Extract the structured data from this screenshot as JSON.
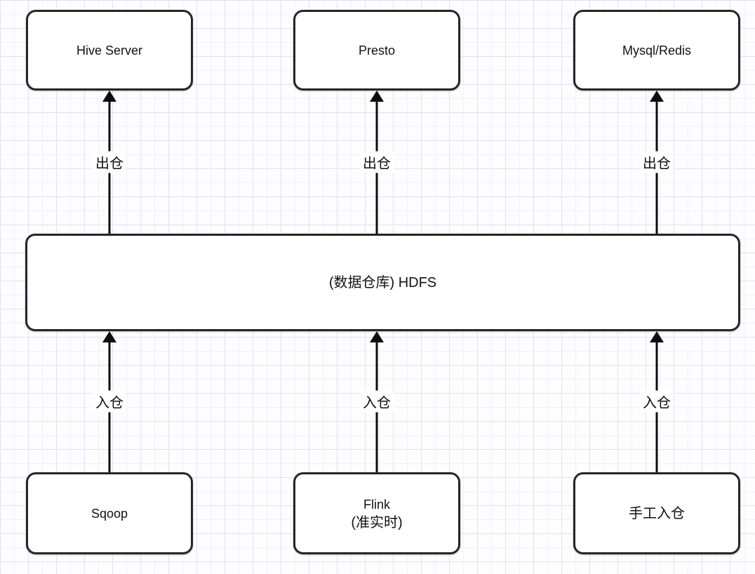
{
  "diagram": {
    "title": "HDFS data warehouse ingest/egress flow",
    "colors": {
      "canvas_base": "#fdfdff",
      "grid_minor": "#f1effa",
      "grid_major": "#e3e0f3",
      "node_border": "#262626",
      "node_fill": "#ffffff",
      "arrow": "#0d0d0d",
      "text": "#111111"
    },
    "nodes": {
      "top": [
        {
          "label": "Hive Server"
        },
        {
          "label": "Presto"
        },
        {
          "label": "Mysql/Redis"
        }
      ],
      "middle": {
        "label": "(数据仓库) HDFS"
      },
      "bottom": [
        {
          "label": "Sqoop"
        },
        {
          "label": "Flink",
          "sublabel": "(准实时)"
        },
        {
          "label": "手工入仓"
        }
      ]
    },
    "edges": {
      "outbound": [
        {
          "label": "出仓"
        },
        {
          "label": "出仓"
        },
        {
          "label": "出仓"
        }
      ],
      "inbound": [
        {
          "label": "入仓"
        },
        {
          "label": "入仓"
        },
        {
          "label": "入仓"
        }
      ]
    }
  }
}
